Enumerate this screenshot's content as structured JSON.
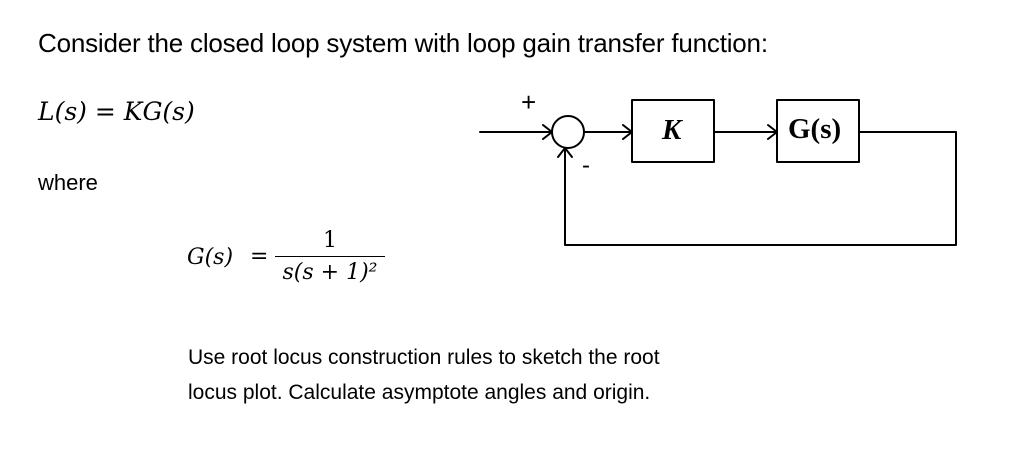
{
  "problem": {
    "intro": "Consider the closed loop system with loop gain transfer function:",
    "loop_gain": "L(s) = KG(s)",
    "where": "where",
    "plant": {
      "lhs": "G(s)",
      "equals": "=",
      "numerator": "1",
      "denominator": "s(s + 1)²"
    },
    "instruction_lines": [
      "Use root locus construction rules to sketch the root",
      "locus plot. Calculate asymptote angles and origin."
    ]
  },
  "diagram": {
    "plus_sign": "+",
    "minus_sign": "-",
    "gain_block": "K",
    "plant_block": "G(s)"
  }
}
